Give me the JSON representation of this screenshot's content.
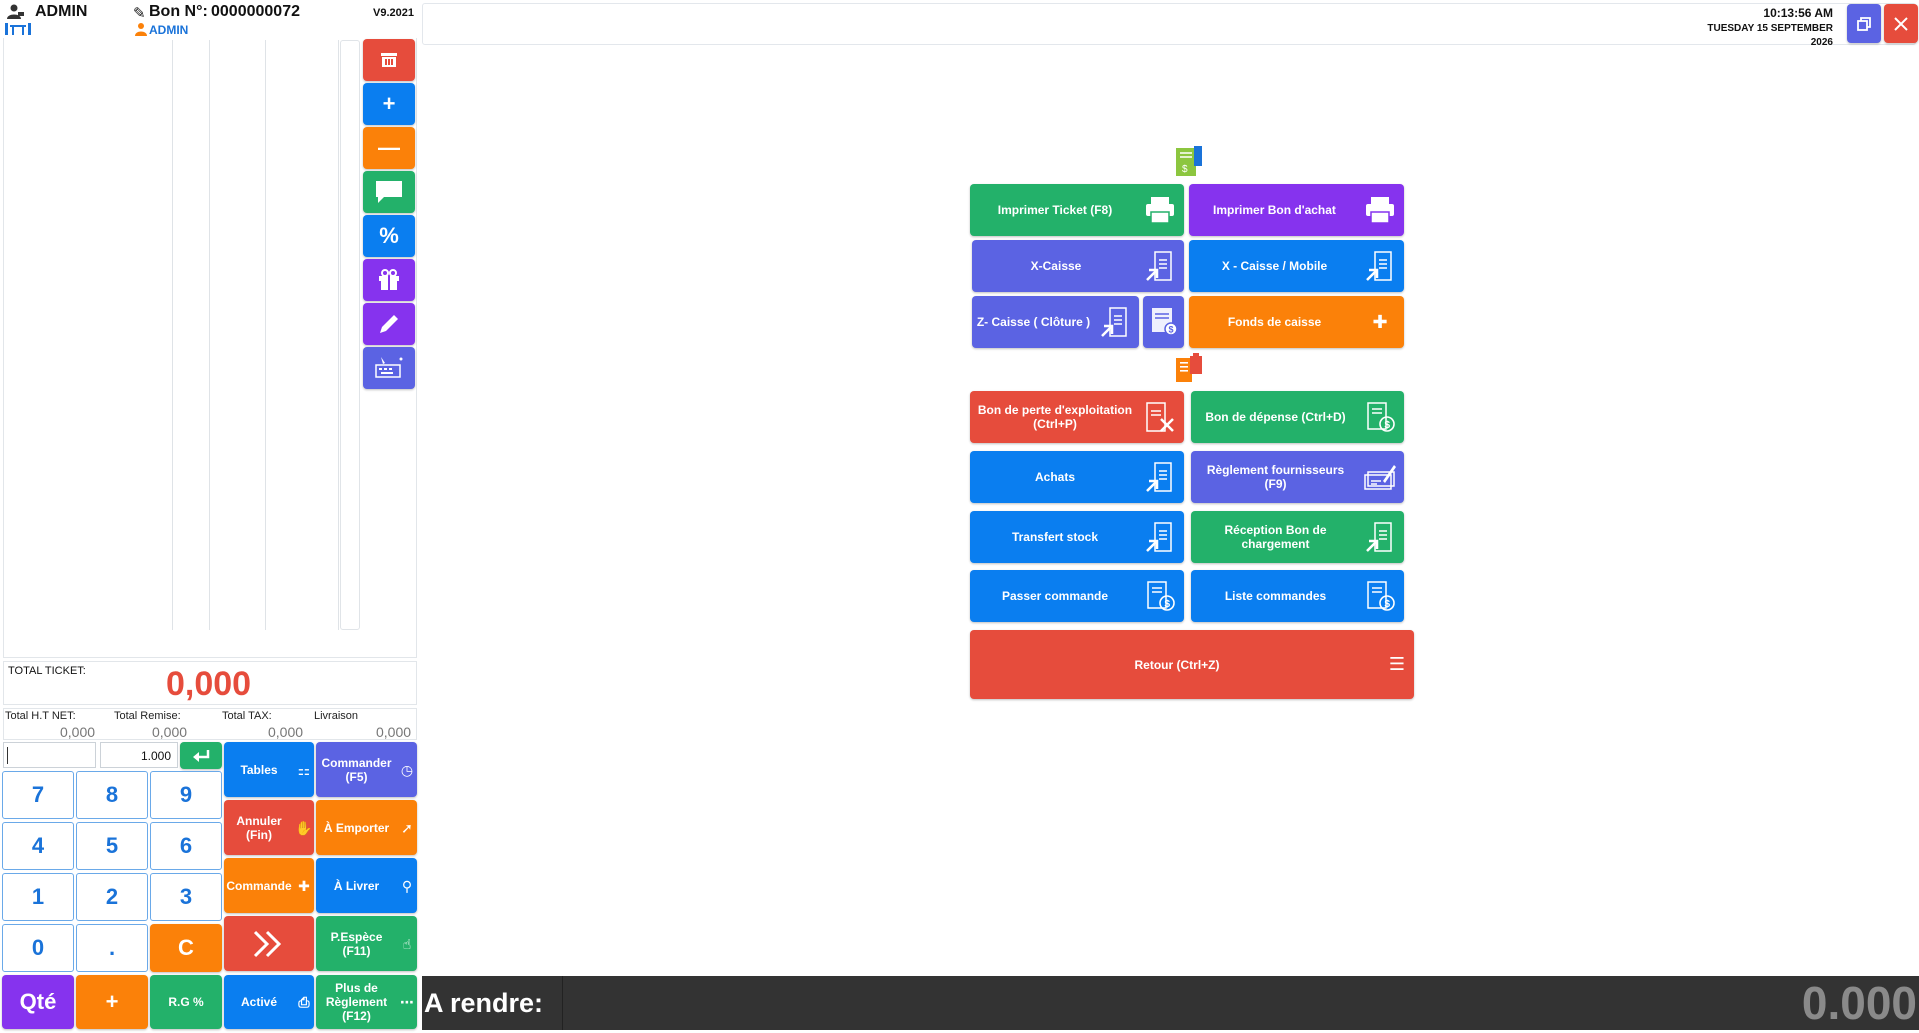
{
  "header": {
    "user": "ADMIN",
    "bon_label": "Bon N°:",
    "bon_number": "0000000072",
    "version": "V9.2021",
    "sub_user": "ADMIN",
    "time": "10:13:56 AM",
    "date_line1": "TUESDAY 15 SEPTEMBER",
    "date_line2": "2026"
  },
  "totals": {
    "ticket_label": "TOTAL TICKET:",
    "ticket_value": "0,000",
    "ht_label": "Total H.T NET:",
    "ht_value": "0,000",
    "remise_label": "Total Remise:",
    "remise_value": "0,000",
    "tax_label": "Total TAX:",
    "tax_value": "0,000",
    "livraison_label": "Livraison",
    "livraison_value": "0,000"
  },
  "input": {
    "qty_value": "1.000"
  },
  "numpad": {
    "k7": "7",
    "k8": "8",
    "k9": "9",
    "k4": "4",
    "k5": "5",
    "k6": "6",
    "k1": "1",
    "k2": "2",
    "k3": "3",
    "k0": "0",
    "kdot": ".",
    "kc": "C",
    "qte": "Qté",
    "plus": "+",
    "rg": "R.G %"
  },
  "actions": {
    "tables": "Tables",
    "commander": "Commander (F5)",
    "annuler": "Annuler (Fin)",
    "emporter": "À Emporter",
    "commande": "Commande",
    "livrer": "À Livrer",
    "espece": "P.Espèce (F11)",
    "active": "Activé",
    "plus_reglement": "Plus de Règlement (F12)"
  },
  "menu": {
    "imprimer_ticket": "Imprimer Ticket (F8)",
    "imprimer_bon": "Imprimer Bon d'achat",
    "x_caisse": "X-Caisse",
    "x_caisse_mobile": "X - Caisse / Mobile",
    "z_caisse": "Z- Caisse ( Clôture )",
    "fonds": "Fonds de caisse",
    "perte": "Bon de perte d'exploitation (Ctrl+P)",
    "depense": "Bon de dépense (Ctrl+D)",
    "achats": "Achats",
    "reglement_fourn": "Règlement fournisseurs (F9)",
    "transfert": "Transfert stock",
    "reception": "Réception Bon de chargement",
    "passer_commande": "Passer commande",
    "liste_commandes": "Liste commandes",
    "retour": "Retour (Ctrl+Z)"
  },
  "footer": {
    "rendre_label": "A rendre:",
    "rendre_value": "0.000"
  },
  "colors": {
    "red": "#e64c3c",
    "blue": "#0a7ef0",
    "orange": "#fb8109",
    "green": "#23b16a",
    "purple": "#8633ee",
    "indigo": "#5b63e3"
  }
}
